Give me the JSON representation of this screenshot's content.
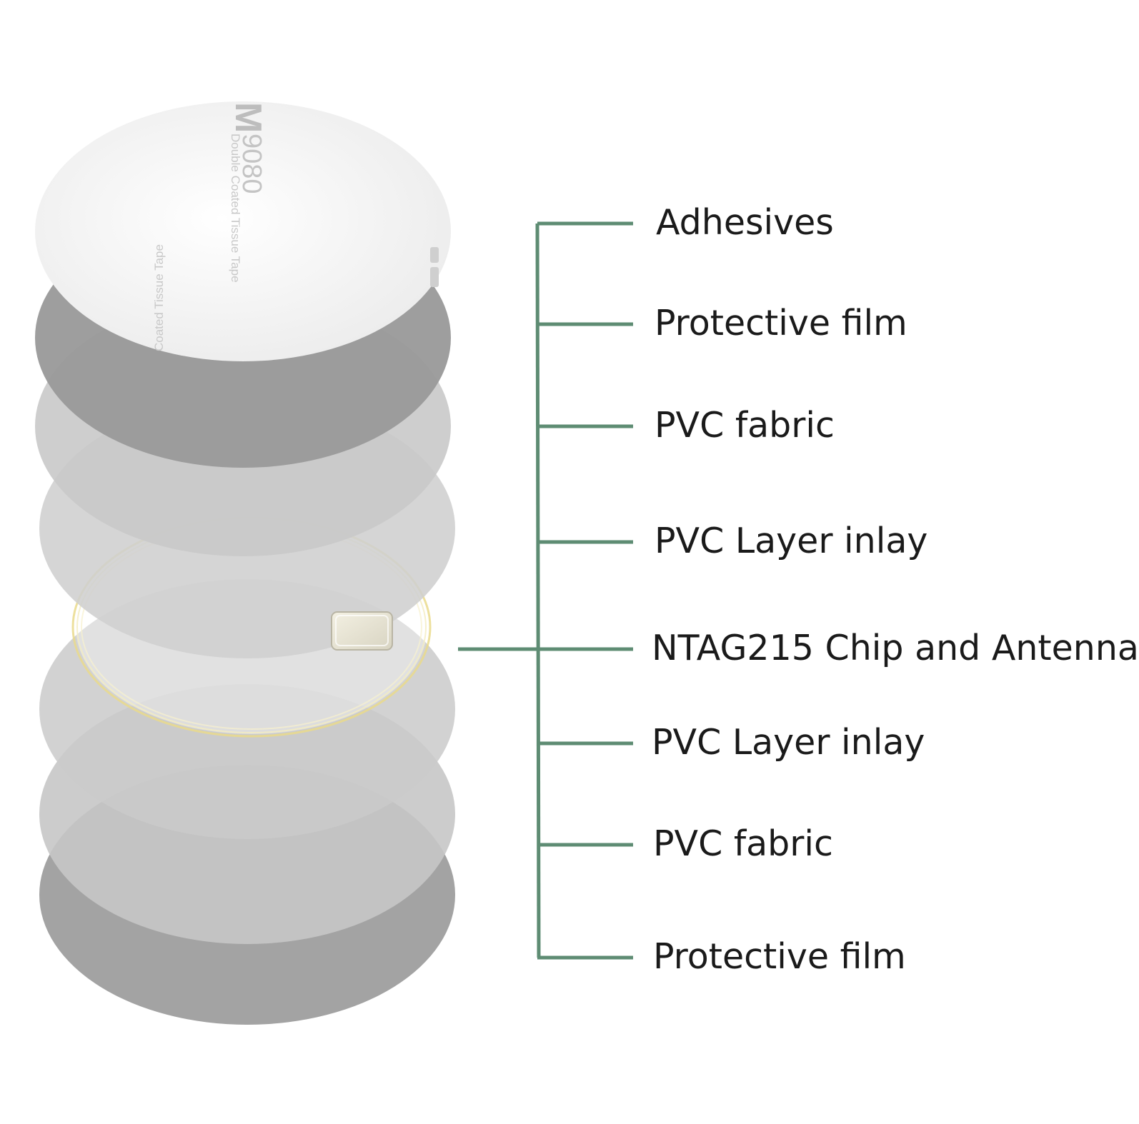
{
  "diagram": {
    "colors": {
      "connector": "#5e8c73",
      "layer_light": "#cfcfcf",
      "layer_mid": "#bdbdbd",
      "layer_dark": "#9a9a9a",
      "antenna": "#efe3a0"
    },
    "tape_print": {
      "brand_mark": "M",
      "product_number": "9080",
      "product_text": "Double Coated Tissue Tape",
      "partial_text": "Coated Tissue Tape"
    },
    "layers": [
      {
        "label": "Adhesives"
      },
      {
        "label": "Protective film"
      },
      {
        "label": "PVC fabric"
      },
      {
        "label": "PVC Layer inlay"
      },
      {
        "label": "NTAG215 Chip and Antenna"
      },
      {
        "label": "PVC Layer inlay"
      },
      {
        "label": "PVC fabric"
      },
      {
        "label": "Protective film"
      }
    ]
  }
}
